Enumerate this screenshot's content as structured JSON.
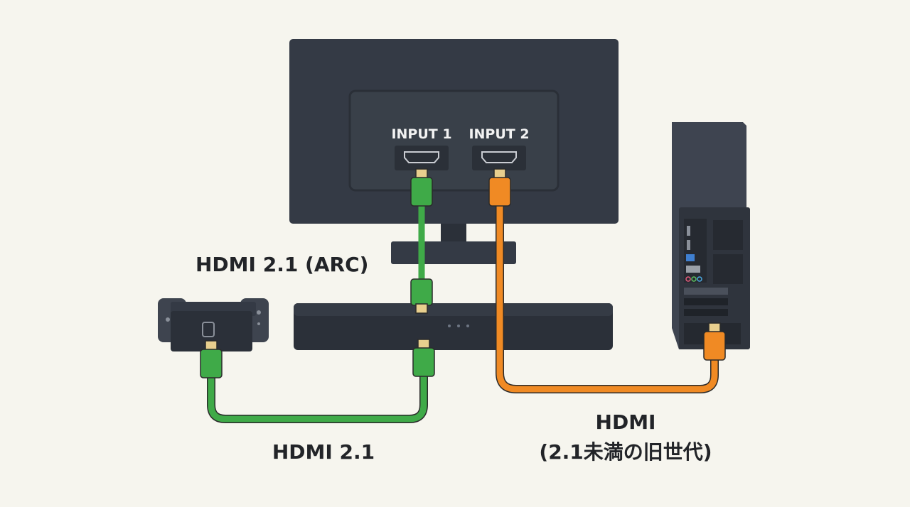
{
  "monitor": {
    "input1_label": "INPUT 1",
    "input2_label": "INPUT 2"
  },
  "labels": {
    "arc_cable": "HDMI 2.1 (ARC)",
    "switch_cable": "HDMI 2.1",
    "pc_cable_line1": "HDMI",
    "pc_cable_line2": "(2.1未満の旧世代)"
  },
  "colors": {
    "background": "#f6f5ee",
    "device": "#343a45",
    "hdmi21_cable": "#3faa48",
    "legacy_cable": "#f08a24",
    "connector_tip": "#e8cf8e"
  }
}
